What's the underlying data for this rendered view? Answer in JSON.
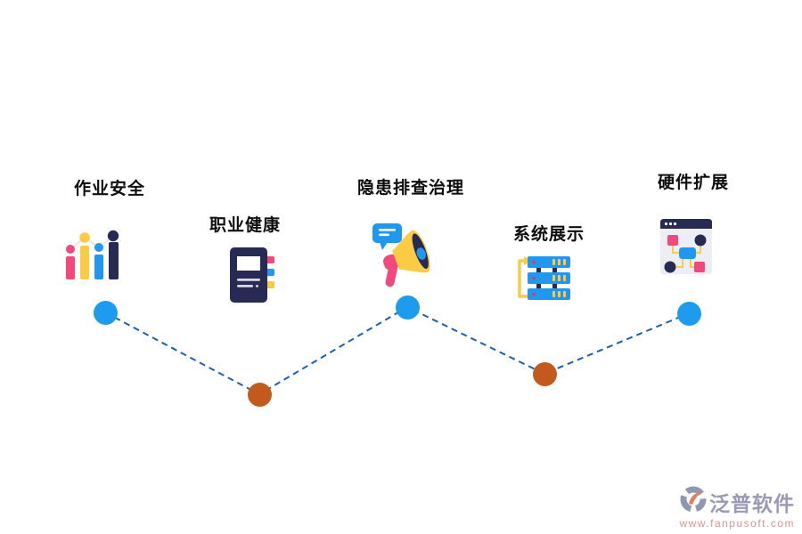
{
  "palette": {
    "background": "#FFFFFF",
    "label": "#0D0D0D",
    "pink": "#F2487E",
    "yellow": "#FBCB43",
    "blue": "#2098F0",
    "navy": "#272B54",
    "red": "#E8345A",
    "gray-line": "#E9E9F2",
    "paper-line": "#D8DAEA",
    "window-bg": "#EDEDF4",
    "dot-blue": "#1D9BEF",
    "dot-orange": "#C25A1D",
    "connector": "#1C60B0",
    "watermark-text": "#9B99B6",
    "watermark-url": "#DB9490",
    "logo-gray": "#8E99AF",
    "logo-orange": "#E2805C"
  },
  "items": [
    {
      "label": "作业安全",
      "icon": "bar-chart-icon",
      "dot": "blue"
    },
    {
      "label": "职业健康",
      "icon": "notebook-icon",
      "dot": "orange"
    },
    {
      "label": "隐患排查治理",
      "icon": "megaphone-icon",
      "dot": "blue"
    },
    {
      "label": "系统展示",
      "icon": "server-stack-icon",
      "dot": "orange"
    },
    {
      "label": "硬件扩展",
      "icon": "browser-flowchart-icon",
      "dot": "blue"
    }
  ],
  "watermark": {
    "brand": "泛普软件",
    "url": "www.fanpusoft.com"
  }
}
